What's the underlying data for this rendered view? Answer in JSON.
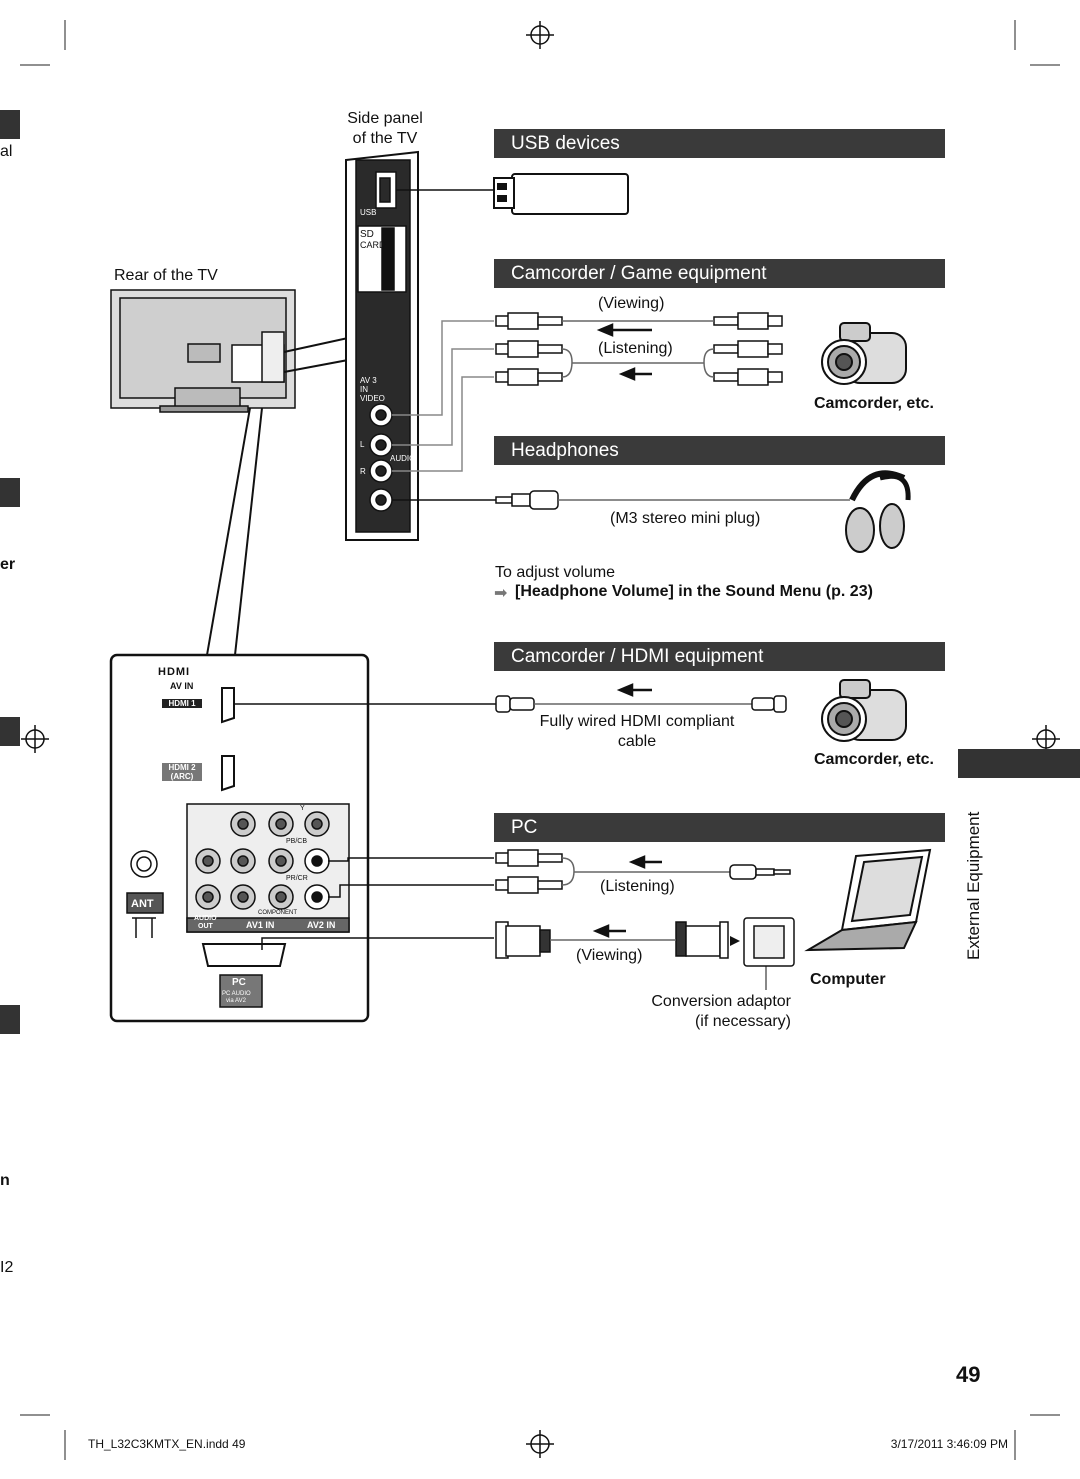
{
  "labels": {
    "side_panel": "Side panel",
    "side_panel_2": "of the TV",
    "rear_tv": "Rear of the TV"
  },
  "sections": {
    "usb": "USB devices",
    "camcorder_game": "Camcorder / Game equipment",
    "headphones": "Headphones",
    "camcorder_hdmi": "Camcorder / HDMI equipment",
    "pc": "PC"
  },
  "camcorder_game": {
    "viewing": "(Viewing)",
    "listening": "(Listening)",
    "device": "Camcorder, etc."
  },
  "headphones": {
    "plug": "(M3 stereo mini plug)",
    "adjust": "To adjust volume",
    "arrow": "➡",
    "ref": "[Headphone Volume] in the Sound Menu (p. 23)"
  },
  "hdmi": {
    "cable_1": "Fully wired HDMI compliant",
    "cable_2": "cable",
    "device": "Camcorder, etc."
  },
  "pc": {
    "listening": "(Listening)",
    "viewing": "(Viewing)",
    "device": "Computer",
    "adaptor_1": "Conversion adaptor",
    "adaptor_2": "(if necessary)"
  },
  "panel": {
    "usb": "USB",
    "sd": "SD",
    "card": "CARD",
    "av3": "AV 3",
    "in": "IN",
    "video": "VIDEO",
    "l": "L",
    "audio": "AUDIO",
    "r": "R",
    "hdmi_logo": "HDMI",
    "av_in": "AV IN",
    "hdmi1": "HDMI 1",
    "hdmi2": "HDMI 2",
    "arc": "(ARC)",
    "ant": "ANT",
    "audio_out_1": "AUDIO",
    "audio_out_2": "OUT",
    "av1in": "AV1 IN",
    "av2in": "AV2 IN",
    "component": "COMPONENT",
    "pc": "PC",
    "pc_audio": "PC AUDIO",
    "via_av2": "via AV2",
    "y": "Y",
    "pb": "PB/CB",
    "pr": "PR/CR"
  },
  "side_tab": "External Equipment",
  "page_number": "49",
  "left_margin": {
    "t1": "al",
    "t2": "er",
    "t3": "n",
    "t4": "I2"
  },
  "footer": {
    "file": "TH_L32C3KMTX_EN.indd   49",
    "date": "3/17/2011   3:46:09 PM"
  },
  "colors": {
    "header_bg": "#3a3a3a",
    "tab_bg": "#333333"
  }
}
